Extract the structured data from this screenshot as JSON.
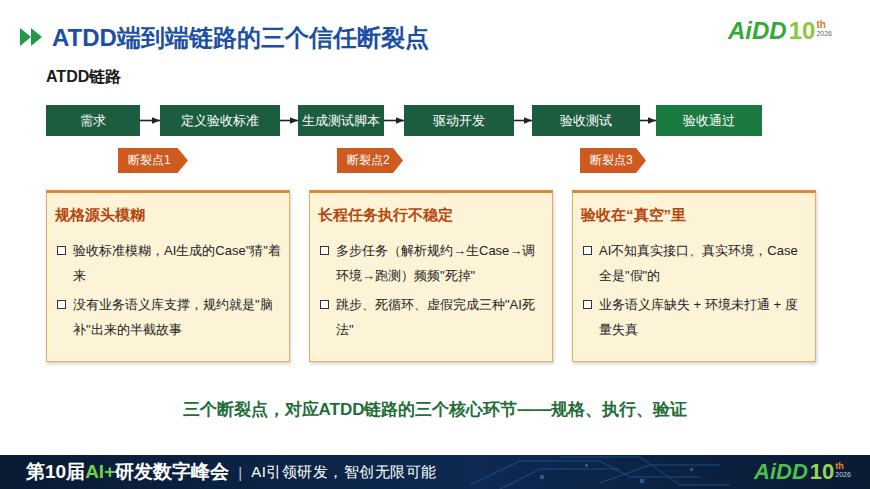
{
  "diagram": {
    "title": "ATDD端到端链路的三个信任断裂点",
    "caption": "三个断裂点，对应ATDD链路的三个核心环节——规格、执行、验证",
    "nodes": [
      {
        "text": [
          "需求"
        ]
      },
      {
        "text": [
          "定义验收标准"
        ]
      },
      {
        "text": [
          "生成测试脚本"
        ]
      },
      {
        "text": [
          "驱动开发"
        ]
      },
      {
        "text": [
          "验收测试"
        ]
      },
      {
        "text": [
          "验收通过"
        ]
      },
      {
        "text": [
          "断裂点1"
        ]
      },
      {
        "text": [
          "断裂点2"
        ]
      },
      {
        "text": [
          "断裂点3"
        ]
      },
      {
        "text": [
          "规格源头模糊",
          "验收标准模糊，AI生成的Case\"猜\"着来",
          "没有业务语义库支撑，规约就是\"脑补\"出来的半截故事"
        ]
      },
      {
        "text": [
          "长程任务执行不稳定",
          "多步任务（解析规约→生Case→调环境→跑测）频频\"死掉\"",
          "跳步、死循环、虚假完成三种\"AI死法\""
        ]
      },
      {
        "text": [
          "验收在“真空”里",
          "AI不知真实接口、真实环境，Case全是\"假\"的",
          "业务语义库缺失 + 环境未打通 + 度量失真"
        ]
      }
    ],
    "edges": [
      {
        "from": 0,
        "to": 1,
        "arrow": "to"
      },
      {
        "from": 1,
        "to": 2,
        "arrow": "to"
      },
      {
        "from": 2,
        "to": 3,
        "arrow": "to"
      },
      {
        "from": 3,
        "to": 4,
        "arrow": "to"
      },
      {
        "from": 4,
        "to": 5,
        "arrow": "to"
      }
    ],
    "labels": [
      "ATDD链路",
      "AiDD",
      "10",
      "th",
      "2026",
      "第10届",
      "AI+",
      "研发数字峰会",
      "|",
      "AI引领研发，智创无限可能",
      "AiDD",
      "10",
      "th",
      "2026"
    ]
  }
}
